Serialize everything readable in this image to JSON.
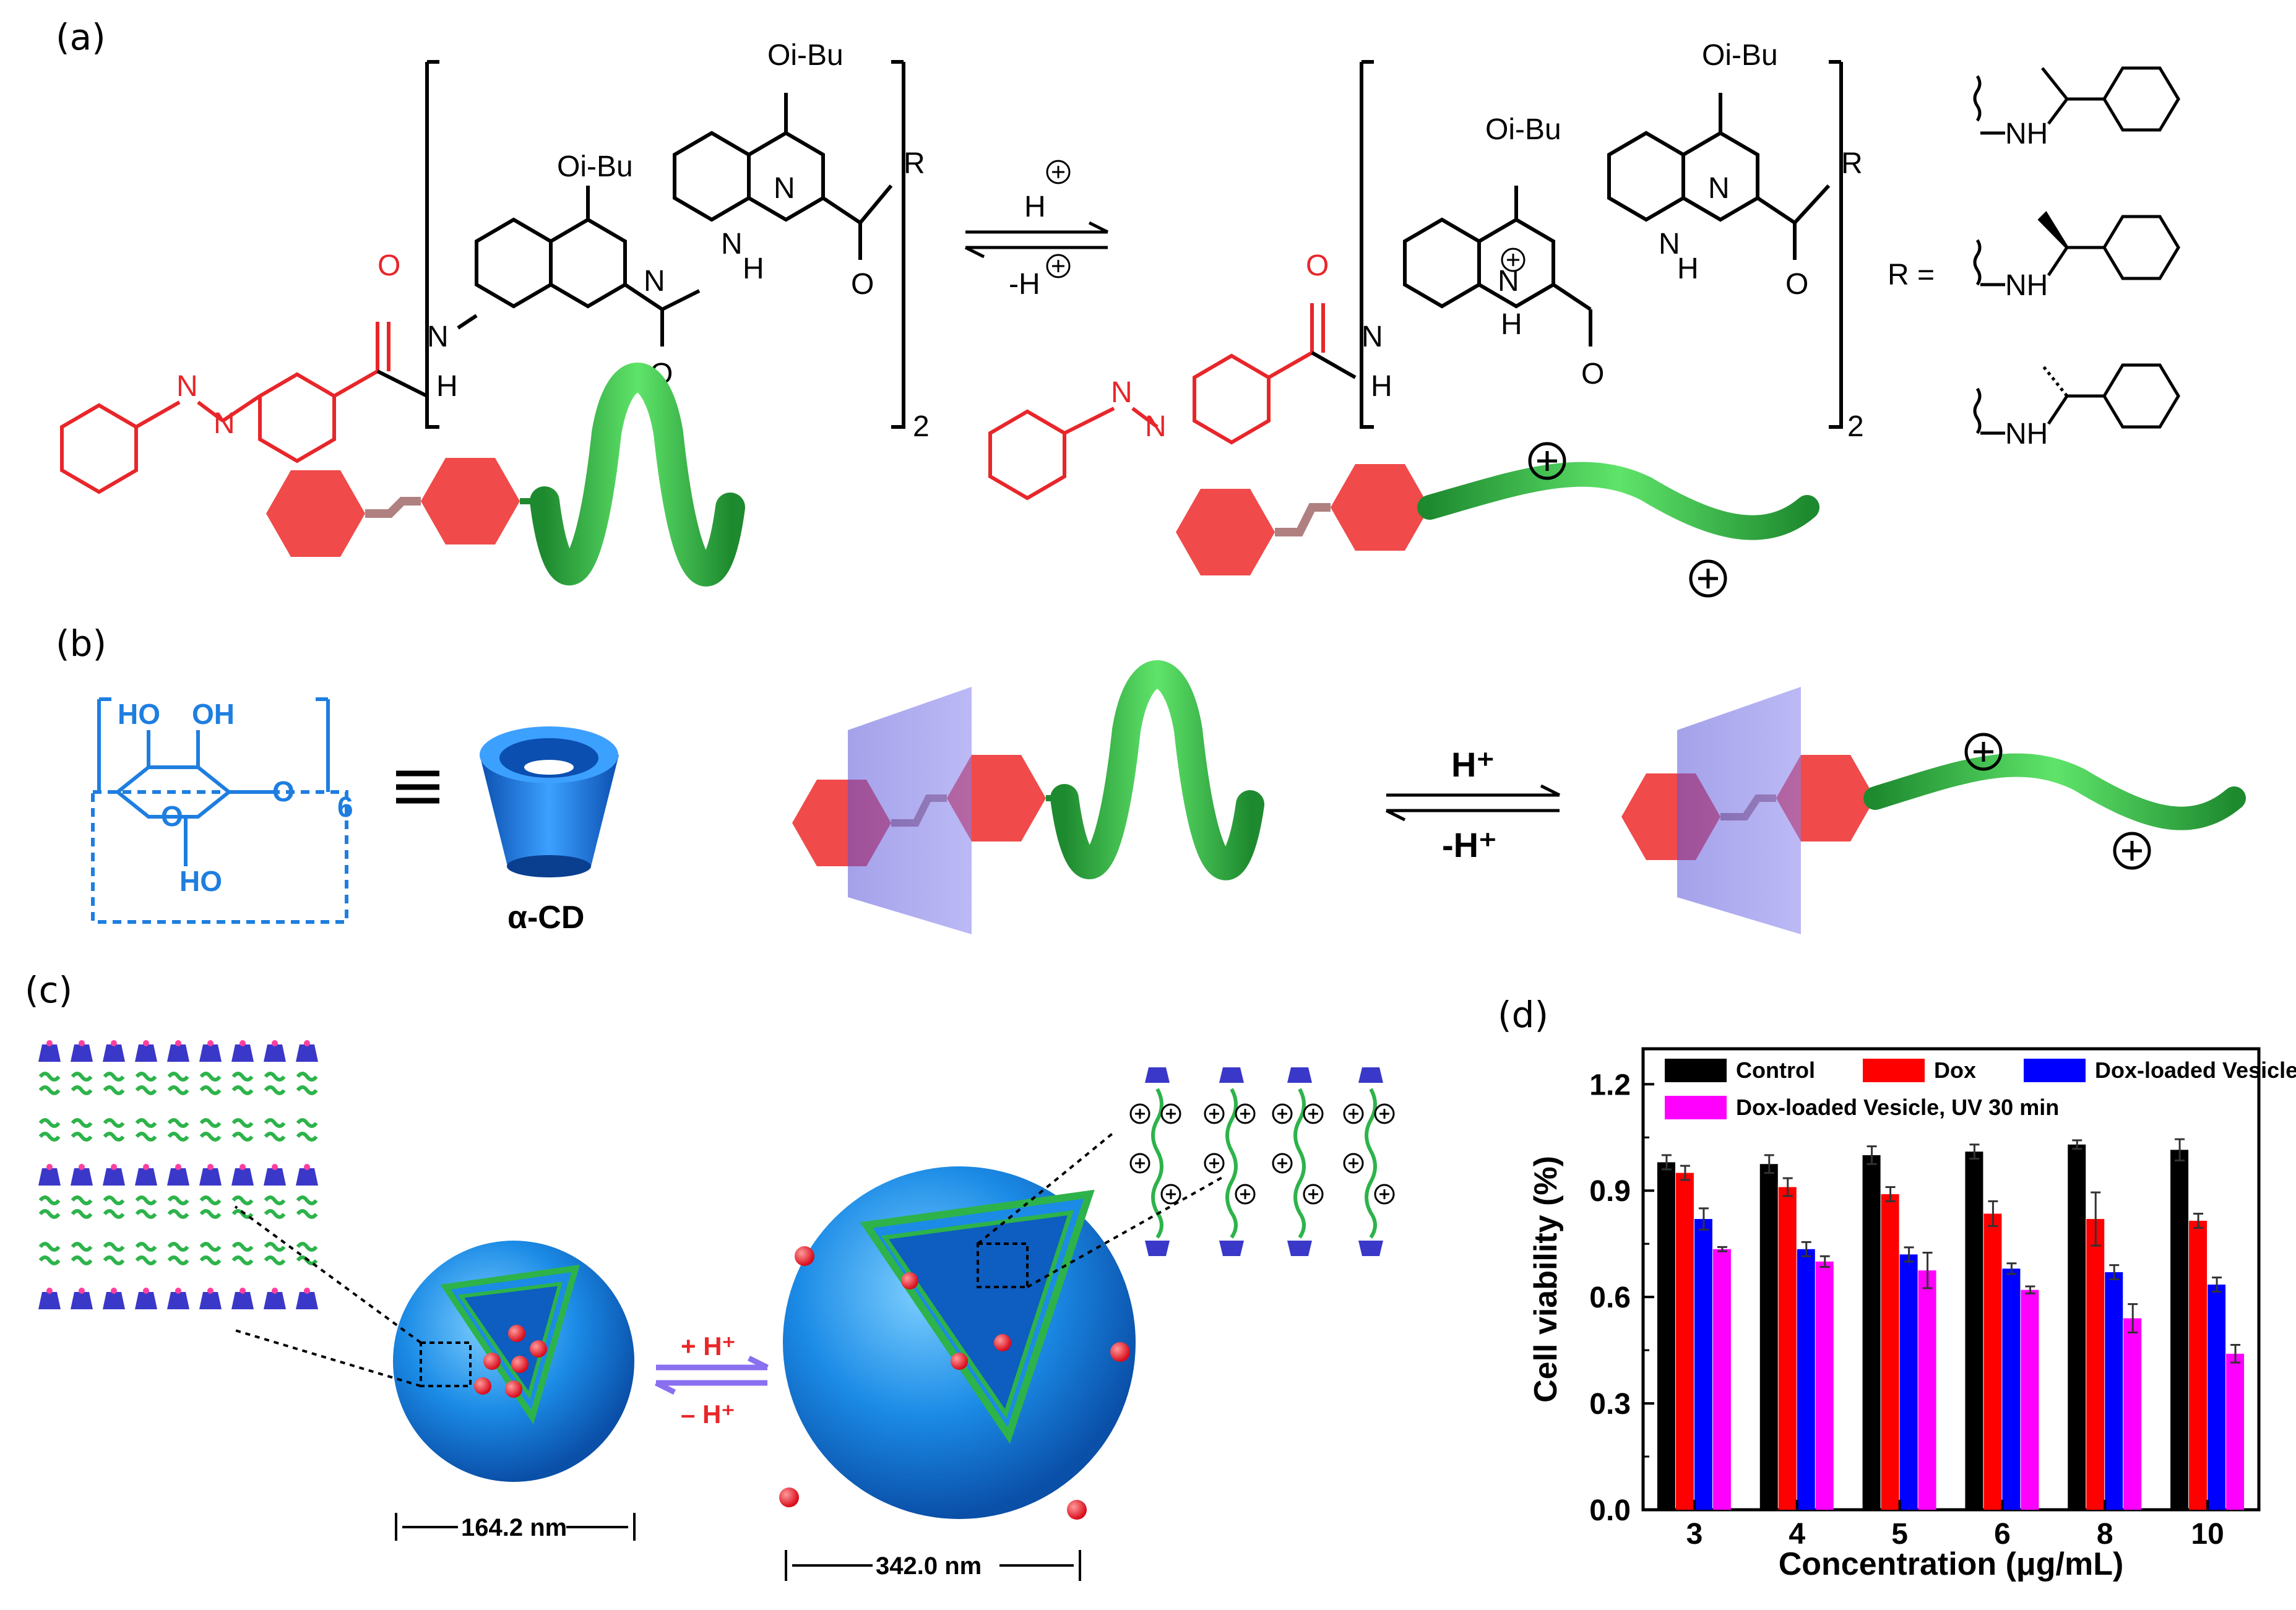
{
  "panels": {
    "a": {
      "label": "(a)",
      "oibu": "Oi-Bu",
      "r_group": "R",
      "o_atom": "O",
      "n_atom": "N",
      "h_atom": "H",
      "nh": "NH",
      "subscript_2": "2",
      "equil_top": "H",
      "equil_bottom": "-H",
      "r_equals": "R ="
    },
    "b": {
      "label": "(b)",
      "ho": "HO",
      "oh": "OH",
      "o_ring": "O",
      "subscript_6": "6",
      "cd_label": "α-CD",
      "equil_top": "H⁺",
      "equil_bottom": "-H⁺"
    },
    "c": {
      "label": "(c)",
      "size_small": "164.2 nm",
      "size_large": "342.0 nm",
      "equil_top": "+ H⁺",
      "equil_bottom": "– H⁺"
    },
    "d": {
      "label": "(d)"
    }
  },
  "colors": {
    "red": "#f03c3c",
    "green": "#2db34a",
    "blue": "#1e7ee0",
    "purple": "#6a5acd",
    "magenta": "#ff00ff",
    "black": "#000000"
  },
  "chart_data": {
    "type": "bar",
    "categories": [
      "3",
      "4",
      "5",
      "6",
      "8",
      "10"
    ],
    "series": [
      {
        "name": "Control",
        "color": "#000000",
        "values": [
          0.98,
          0.975,
          1.0,
          1.01,
          1.03,
          1.015
        ],
        "errors": [
          0.02,
          0.025,
          0.025,
          0.02,
          0.012,
          0.03
        ]
      },
      {
        "name": "Dox",
        "color": "#ff0000",
        "values": [
          0.95,
          0.91,
          0.89,
          0.835,
          0.82,
          0.815
        ],
        "errors": [
          0.02,
          0.025,
          0.02,
          0.035,
          0.075,
          0.02
        ]
      },
      {
        "name": "Dox-loaded Vesicle",
        "color": "#0000ff",
        "values": [
          0.82,
          0.735,
          0.72,
          0.68,
          0.67,
          0.635
        ],
        "errors": [
          0.03,
          0.02,
          0.02,
          0.015,
          0.02,
          0.02
        ]
      },
      {
        "name": "Dox-loaded Vesicle, UV 30 min",
        "color": "#ff00ff",
        "values": [
          0.735,
          0.7,
          0.675,
          0.62,
          0.54,
          0.44
        ],
        "errors": [
          0.006,
          0.015,
          0.05,
          0.01,
          0.04,
          0.025
        ]
      }
    ],
    "xlabel": "Concentration (μg/mL)",
    "ylabel": "Cell viability (%)",
    "ylim": [
      0.0,
      1.3
    ],
    "yticks": [
      "0.0",
      "0.3",
      "0.6",
      "0.9",
      "1.2"
    ],
    "legend_position": "top"
  }
}
